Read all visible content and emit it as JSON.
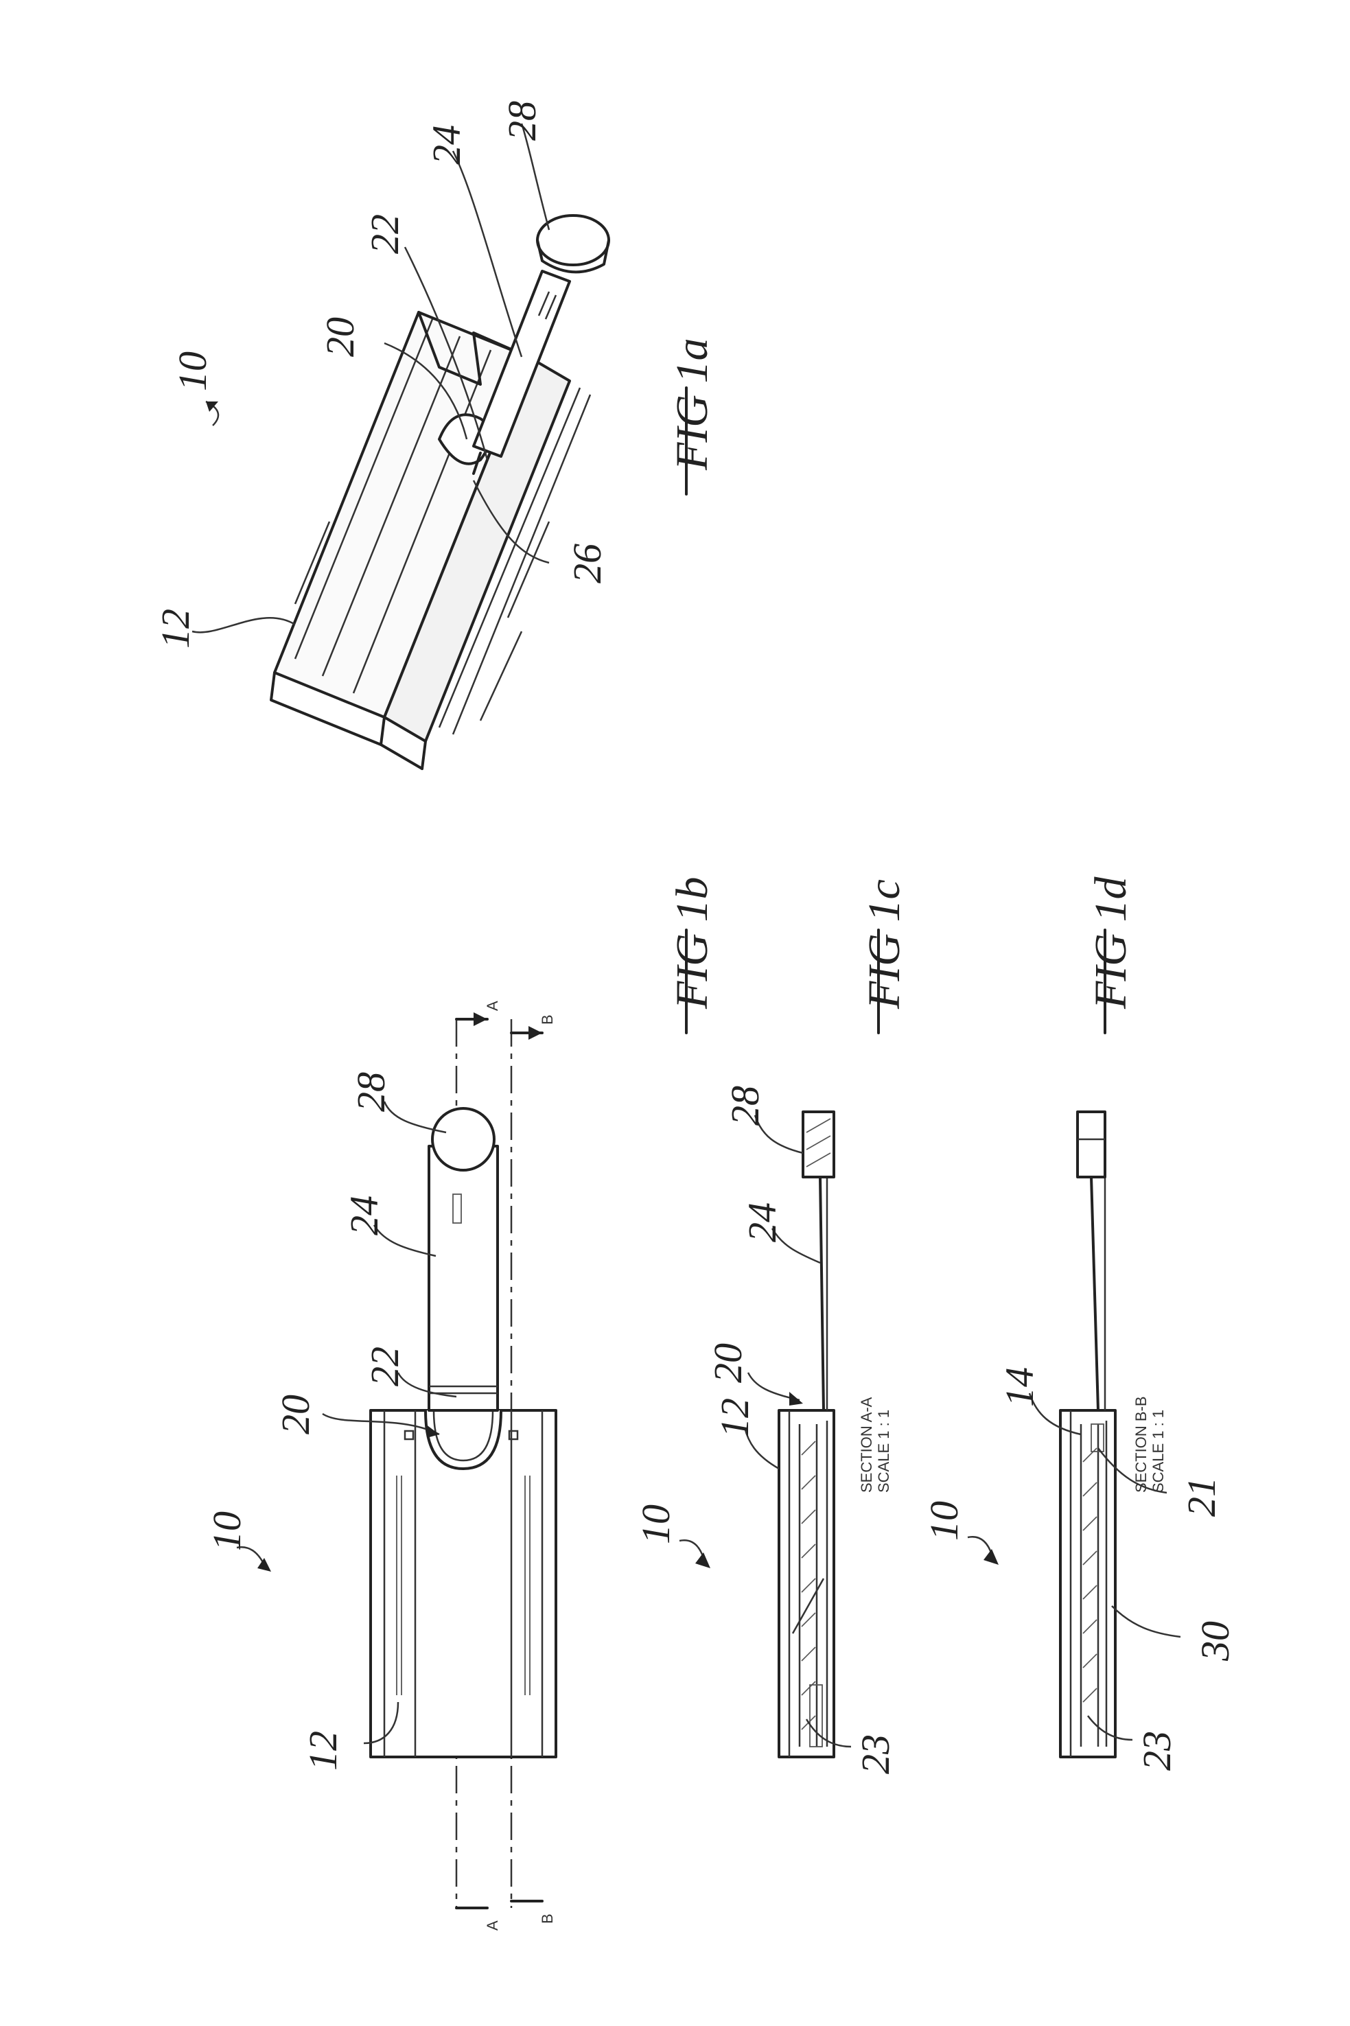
{
  "figures": {
    "fig1a": {
      "title": "FIG 1a",
      "refs": {
        "r10": "10",
        "r12": "12",
        "r20": "20",
        "r22": "22",
        "r24": "24",
        "r26": "26",
        "r28": "28"
      }
    },
    "fig1b": {
      "title": "FIG 1b",
      "refs": {
        "r10": "10",
        "r12": "12",
        "r20": "20",
        "r22": "22",
        "r24": "24",
        "r28": "28"
      },
      "section_marks": {
        "a1": "A",
        "a2": "A",
        "b1": "B",
        "b2": "B"
      }
    },
    "fig1c": {
      "title": "FIG 1c",
      "section_title": "SECTION A-A",
      "section_scale": "SCALE 1 : 1",
      "refs": {
        "r10": "10",
        "r12": "12",
        "r20": "20",
        "r23": "23",
        "r24": "24",
        "r28": "28"
      }
    },
    "fig1d": {
      "title": "FIG 1d",
      "section_title": "SECTION B-B",
      "section_scale": "SCALE 1 : 1",
      "refs": {
        "r10": "10",
        "r14": "14",
        "r21": "21",
        "r23": "23",
        "r30": "30"
      }
    }
  }
}
